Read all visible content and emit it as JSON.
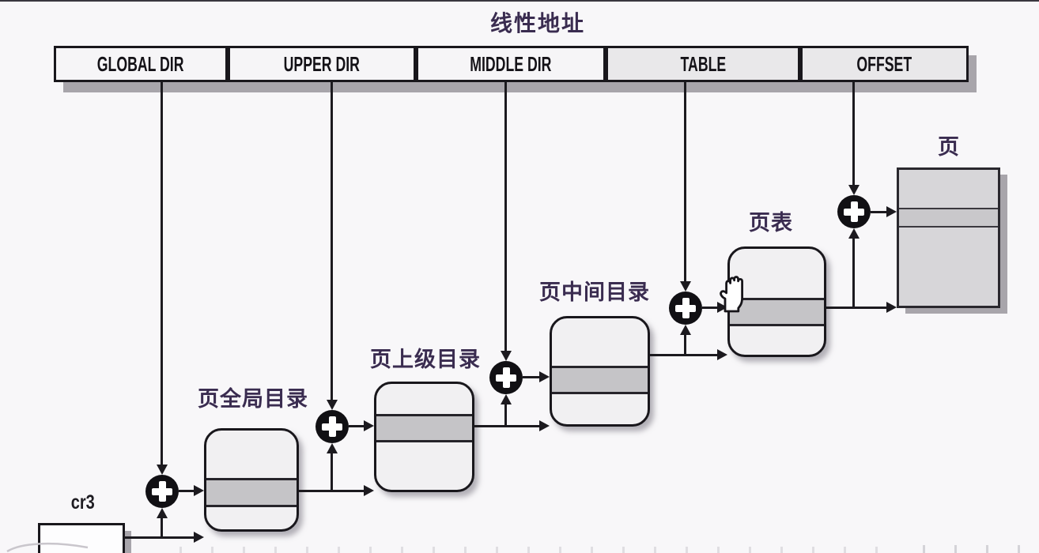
{
  "title": "线性地址",
  "address_bar": {
    "fields": [
      {
        "label": "GLOBAL DIR"
      },
      {
        "label": "UPPER DIR"
      },
      {
        "label": "MIDDLE DIR"
      },
      {
        "label": "TABLE"
      },
      {
        "label": "OFFSET"
      }
    ]
  },
  "register": {
    "label": "cr3"
  },
  "tables": [
    {
      "label": "页全局目录"
    },
    {
      "label": "页上级目录"
    },
    {
      "label": "页中间目录"
    },
    {
      "label": "页表"
    }
  ],
  "page": {
    "label": "页"
  },
  "icons": {
    "adder": "plus-in-circle-icon",
    "cursor": "hand-grab-cursor-icon"
  },
  "colors": {
    "line": "#1c1a1f",
    "cjk_text": "#3a2c50",
    "field_text": "#141217",
    "box_fill": "#f1f0f2",
    "box_band": "#c5c4c7",
    "page_fill": "#d7d6d9",
    "page_band": "#c9c8cb",
    "bar_slab": "#a8a5ab",
    "background": "#f8f7f9"
  }
}
